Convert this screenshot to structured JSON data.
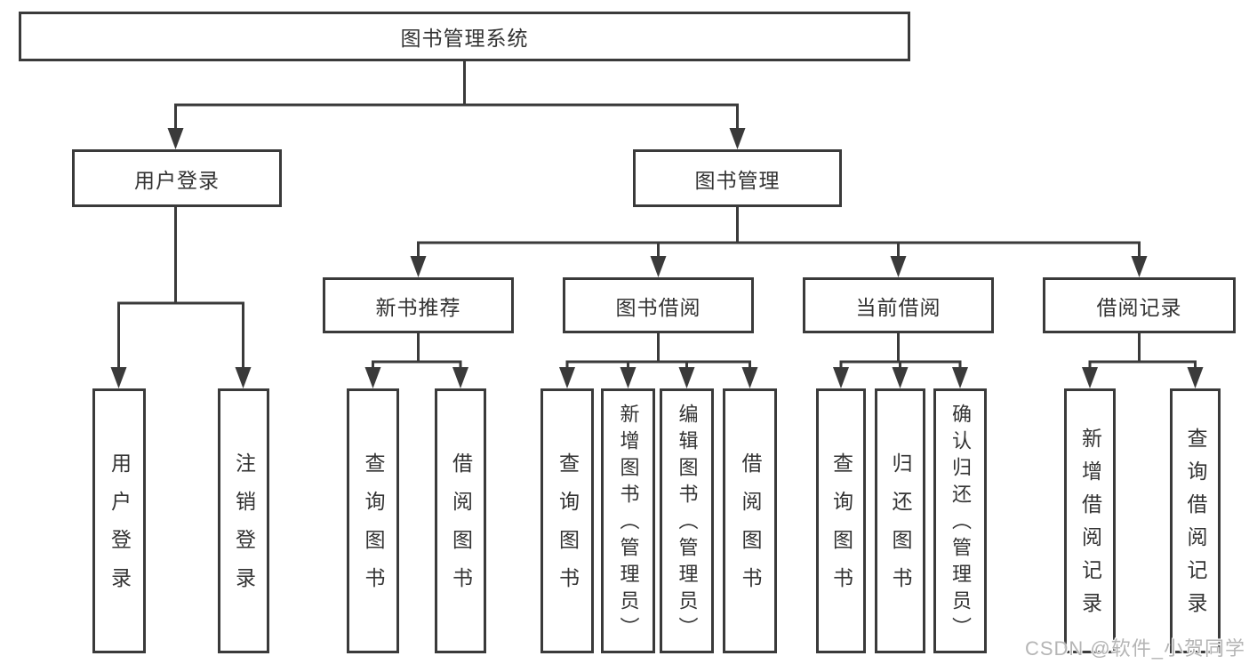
{
  "tree": {
    "root": {
      "label": "图书管理系统",
      "children": [
        {
          "label": "用户登录",
          "children": [
            {
              "label": "用户登录"
            },
            {
              "label": "注销登录"
            }
          ]
        },
        {
          "label": "图书管理",
          "children": [
            {
              "label": "新书推荐",
              "children": [
                {
                  "label": "查询图书"
                },
                {
                  "label": "借阅图书"
                }
              ]
            },
            {
              "label": "图书借阅",
              "children": [
                {
                  "label": "查询图书"
                },
                {
                  "label": "新增图书（管理员）"
                },
                {
                  "label": "编辑图书（管理员）"
                },
                {
                  "label": "借阅图书"
                }
              ]
            },
            {
              "label": "当前借阅",
              "children": [
                {
                  "label": "查询图书"
                },
                {
                  "label": "归还图书"
                },
                {
                  "label": "确认归还（管理员）"
                }
              ]
            },
            {
              "label": "借阅记录",
              "children": [
                {
                  "label": "新增借阅记录"
                },
                {
                  "label": "查询借阅记录"
                }
              ]
            }
          ]
        }
      ]
    }
  },
  "watermark": {
    "text": "CSDN @软件_小贺同学",
    "color": "#b5b5b5"
  },
  "colors": {
    "line": "#3a3a3a",
    "box_border": "#3a3a3a",
    "text": "#333333",
    "background": "#ffffff"
  }
}
